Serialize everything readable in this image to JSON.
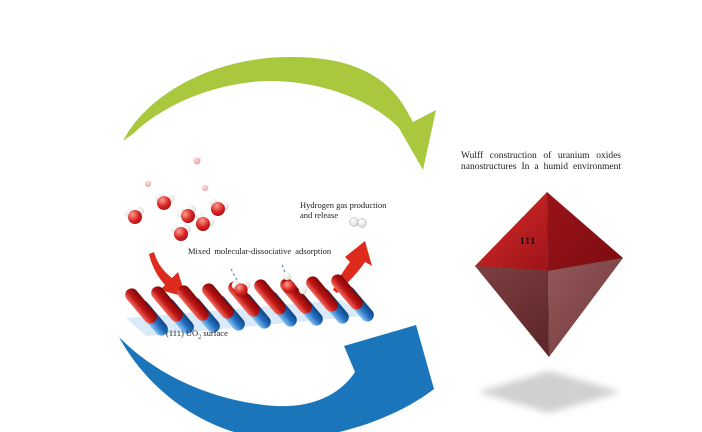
{
  "figure": {
    "labels": {
      "wulff_line1": "Wulff construction of uranium oxides",
      "wulff_line2": "nanostructures In a humid environment",
      "hydrogen_line1": "Hydrogen gas production",
      "hydrogen_line2": "and release",
      "adsorption_label": "Mixed molecular-dissociative adsorption",
      "surface_label_prefix": "(111) UO",
      "surface_label_sub": "2",
      "surface_label_suffix": " surface",
      "octahedron_facet_label": "111"
    },
    "colors": {
      "green_arrow": "#a9c83d",
      "blue_arrow": "#1b75bb",
      "red_arrow": "#dd2b1e",
      "oxygen_red": "#cf1f1f",
      "hydrogen_white": "#f2f2f2",
      "uranium_rod_red": "#b01212",
      "oxide_rod_blue": "#1e6fc0",
      "octahedron_upper_left": "#c2201f",
      "octahedron_upper_right": "#8d1014",
      "octahedron_lower_left": "#713639",
      "octahedron_lower_right": "#84494a",
      "shadow_gray": "#c8c8c8",
      "text": "#1c1c1c"
    }
  }
}
